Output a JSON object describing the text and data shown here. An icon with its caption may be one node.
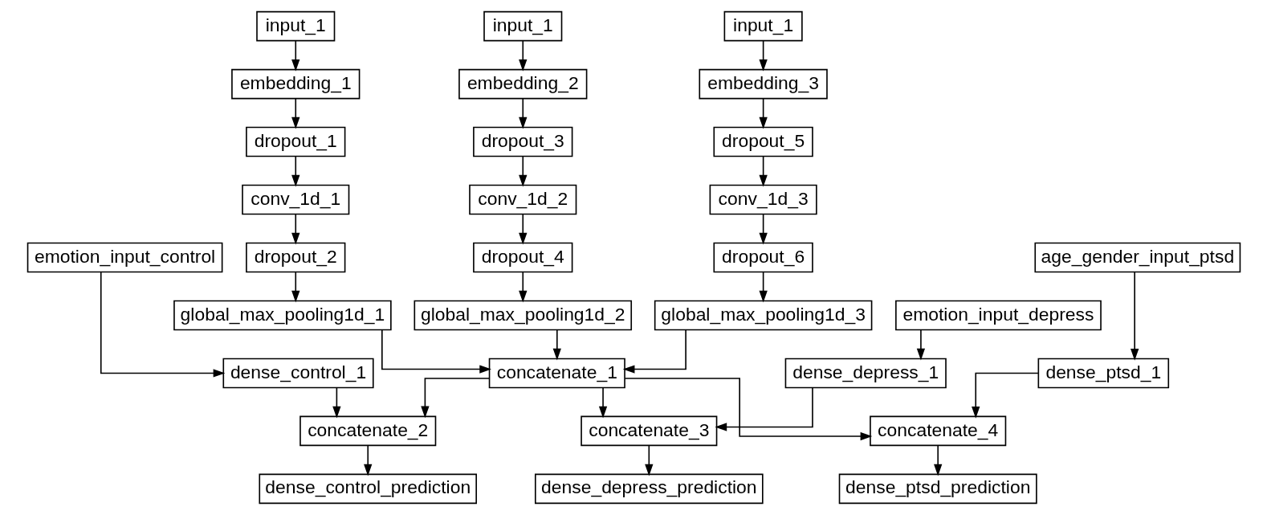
{
  "diagram": {
    "nodes": [
      {
        "text": [
          "input_1"
        ]
      },
      {
        "text": [
          "input_1"
        ]
      },
      {
        "text": [
          "input_1"
        ]
      },
      {
        "text": [
          "embedding_1"
        ]
      },
      {
        "text": [
          "embedding_2"
        ]
      },
      {
        "text": [
          "embedding_3"
        ]
      },
      {
        "text": [
          "dropout_1"
        ]
      },
      {
        "text": [
          "dropout_3"
        ]
      },
      {
        "text": [
          "dropout_5"
        ]
      },
      {
        "text": [
          "conv_1d_1"
        ]
      },
      {
        "text": [
          "conv_1d_2"
        ]
      },
      {
        "text": [
          "conv_1d_3"
        ]
      },
      {
        "text": [
          "emotion_input_control"
        ]
      },
      {
        "text": [
          "dropout_2"
        ]
      },
      {
        "text": [
          "dropout_4"
        ]
      },
      {
        "text": [
          "dropout_6"
        ]
      },
      {
        "text": [
          "age_gender_input_ptsd"
        ]
      },
      {
        "text": [
          "global_max_pooling1d_1"
        ]
      },
      {
        "text": [
          "global_max_pooling1d_2"
        ]
      },
      {
        "text": [
          "global_max_pooling1d_3"
        ]
      },
      {
        "text": [
          "emotion_input_depress"
        ]
      },
      {
        "text": [
          "dense_control_1"
        ]
      },
      {
        "text": [
          "concatenate_1"
        ]
      },
      {
        "text": [
          "dense_depress_1"
        ]
      },
      {
        "text": [
          "dense_ptsd_1"
        ]
      },
      {
        "text": [
          "concatenate_2"
        ]
      },
      {
        "text": [
          "concatenate_3"
        ]
      },
      {
        "text": [
          "concatenate_4"
        ]
      },
      {
        "text": [
          "dense_control_prediction"
        ]
      },
      {
        "text": [
          "dense_depress_prediction"
        ]
      },
      {
        "text": [
          "dense_ptsd_prediction"
        ]
      }
    ],
    "edges": [
      {
        "from": 0,
        "to": 3,
        "arrow": "to"
      },
      {
        "from": 1,
        "to": 4,
        "arrow": "to"
      },
      {
        "from": 2,
        "to": 5,
        "arrow": "to"
      },
      {
        "from": 3,
        "to": 6,
        "arrow": "to"
      },
      {
        "from": 4,
        "to": 7,
        "arrow": "to"
      },
      {
        "from": 5,
        "to": 8,
        "arrow": "to"
      },
      {
        "from": 6,
        "to": 9,
        "arrow": "to"
      },
      {
        "from": 7,
        "to": 10,
        "arrow": "to"
      },
      {
        "from": 8,
        "to": 11,
        "arrow": "to"
      },
      {
        "from": 9,
        "to": 13,
        "arrow": "to"
      },
      {
        "from": 10,
        "to": 14,
        "arrow": "to"
      },
      {
        "from": 11,
        "to": 15,
        "arrow": "to"
      },
      {
        "from": 13,
        "to": 17,
        "arrow": "to"
      },
      {
        "from": 14,
        "to": 18,
        "arrow": "to"
      },
      {
        "from": 15,
        "to": 19,
        "arrow": "to"
      },
      {
        "from": 17,
        "to": 22,
        "arrow": "to"
      },
      {
        "from": 18,
        "to": 22,
        "arrow": "to"
      },
      {
        "from": 19,
        "to": 22,
        "arrow": "to"
      },
      {
        "from": 12,
        "to": 21,
        "arrow": "to"
      },
      {
        "from": 20,
        "to": 23,
        "arrow": "to"
      },
      {
        "from": 16,
        "to": 24,
        "arrow": "to"
      },
      {
        "from": 21,
        "to": 25,
        "arrow": "to"
      },
      {
        "from": 22,
        "to": 25,
        "arrow": "to"
      },
      {
        "from": 22,
        "to": 26,
        "arrow": "to"
      },
      {
        "from": 22,
        "to": 27,
        "arrow": "to"
      },
      {
        "from": 23,
        "to": 26,
        "arrow": "to"
      },
      {
        "from": 24,
        "to": 27,
        "arrow": "to"
      },
      {
        "from": 25,
        "to": 28,
        "arrow": "to"
      },
      {
        "from": 26,
        "to": 29,
        "arrow": "to"
      },
      {
        "from": 27,
        "to": 30,
        "arrow": "to"
      }
    ]
  }
}
